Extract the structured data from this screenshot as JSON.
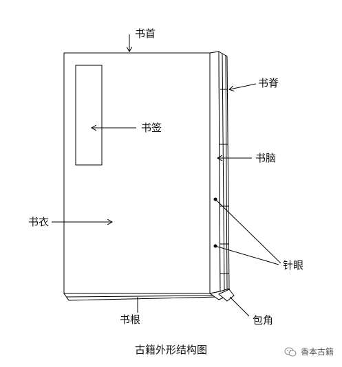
{
  "labels": {
    "shushou": "书首",
    "shuji": "书脊",
    "shuqian": "书签",
    "shunao": "书脑",
    "shuyi": "书衣",
    "zhenyan": "针眼",
    "shugen": "书根",
    "baojiao": "包角"
  },
  "caption": "古籍外形结构图",
  "watermark": {
    "text": "香本古籍",
    "icon": "wechat-icon"
  },
  "colors": {
    "line": "#000000",
    "edge": "#444444",
    "fill": "#ffffff"
  }
}
